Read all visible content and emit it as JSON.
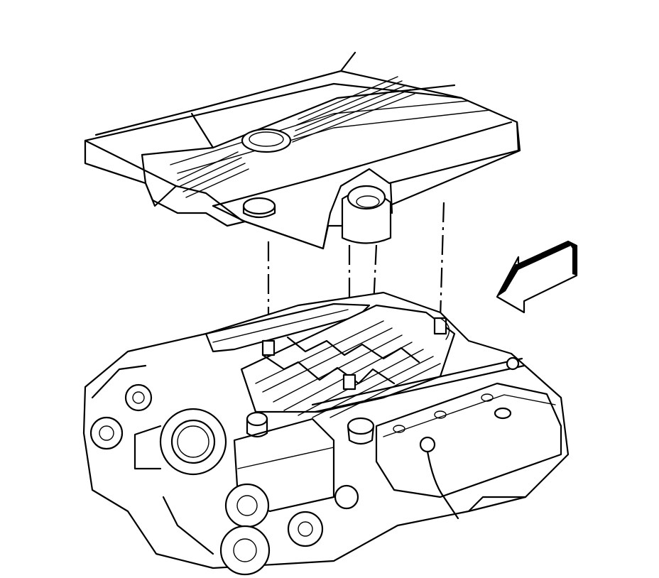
{
  "diagram": {
    "line_color": "#000000",
    "background": "#ffffff",
    "components": [
      {
        "id": "engine-cover",
        "icon": "engine-cover-icon"
      },
      {
        "id": "intake-manifold",
        "icon": "intake-manifold-icon"
      },
      {
        "id": "engine-assembly",
        "icon": "engine-block-icon"
      },
      {
        "id": "direction-arrow",
        "icon": "arrow-left-down-icon"
      }
    ],
    "alignment_lines": 4
  }
}
